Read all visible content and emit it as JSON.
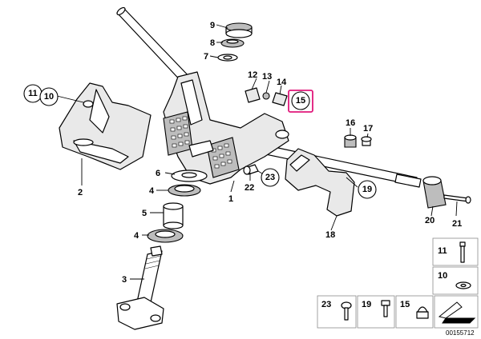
{
  "labels": {
    "p1": "1",
    "p2": "2",
    "p3": "3",
    "p4a": "4",
    "p4b": "4",
    "p5": "5",
    "p6": "6",
    "p7": "7",
    "p8": "8",
    "p9": "9",
    "p10": "10",
    "p11": "11",
    "p12": "12",
    "p13": "13",
    "p14": "14",
    "p15": "15",
    "p16": "16",
    "p17": "17",
    "p18": "18",
    "p19": "19",
    "p20": "20",
    "p21": "21",
    "p22": "22",
    "p23": "23"
  },
  "legend": {
    "item11": "11",
    "item10": "10",
    "item23": "23",
    "item19": "19",
    "item15": "15"
  },
  "reference_number": "00155712",
  "colors": {
    "highlight": "#e0177a",
    "line": "#000000"
  }
}
